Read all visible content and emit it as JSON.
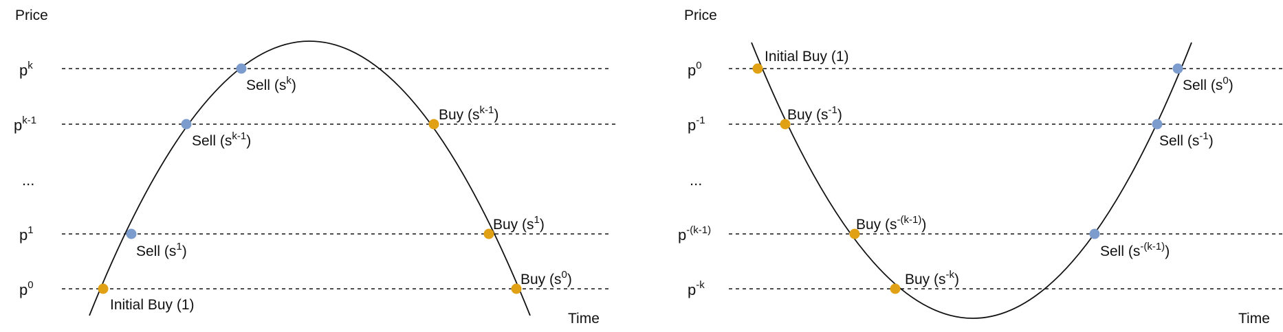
{
  "colors": {
    "sell": "#7b9ccd",
    "buy": "#e0a114",
    "line": "#111111"
  },
  "panels": [
    {
      "id": "uptrend",
      "axis": {
        "y_title": "Price",
        "x_title": "Time"
      },
      "levels": [
        {
          "id": "pk",
          "base": "p",
          "sup": "k"
        },
        {
          "id": "pk1",
          "base": "p",
          "sup": "k-1"
        },
        {
          "id": "dots",
          "base": "...",
          "sup": ""
        },
        {
          "id": "p1",
          "base": "p",
          "sup": "1"
        },
        {
          "id": "p0",
          "base": "p",
          "sup": "0"
        }
      ],
      "points": [
        {
          "level": "pk",
          "kind": "sell",
          "label": "Sell (s",
          "sup": "k",
          "tail": ")"
        },
        {
          "level": "pk1",
          "kind": "sell",
          "label": "Sell (s",
          "sup": "k-1",
          "tail": ")"
        },
        {
          "level": "p1",
          "kind": "sell",
          "label": "Sell (s",
          "sup": "1",
          "tail": ")"
        },
        {
          "level": "p0",
          "kind": "buy",
          "label": "Initial Buy (1)",
          "sup": "",
          "tail": ""
        },
        {
          "level": "pk1",
          "kind": "buy",
          "label": "Buy (s",
          "sup": "k-1",
          "tail": ")"
        },
        {
          "level": "p1",
          "kind": "buy",
          "label": "Buy (s",
          "sup": "1",
          "tail": ")"
        },
        {
          "level": "p0",
          "kind": "buy",
          "label": "Buy (s",
          "sup": "0",
          "tail": ")"
        }
      ]
    },
    {
      "id": "downtrend",
      "axis": {
        "y_title": "Price",
        "x_title": "Time"
      },
      "levels": [
        {
          "id": "p0",
          "base": "p",
          "sup": "0"
        },
        {
          "id": "pm1",
          "base": "p",
          "sup": "-1"
        },
        {
          "id": "dots",
          "base": "...",
          "sup": ""
        },
        {
          "id": "pmk1",
          "base": "p",
          "sup": "-(k-1)"
        },
        {
          "id": "pmk",
          "base": "p",
          "sup": "-k"
        }
      ],
      "points": [
        {
          "level": "p0",
          "kind": "buy",
          "label": "Initial Buy (1)",
          "sup": "",
          "tail": ""
        },
        {
          "level": "pm1",
          "kind": "buy",
          "label": "Buy (s",
          "sup": "-1",
          "tail": ")"
        },
        {
          "level": "pmk1",
          "kind": "buy",
          "label": "Buy (s",
          "sup": "-(k-1)",
          "tail": ")"
        },
        {
          "level": "pmk",
          "kind": "buy",
          "label": "Buy (s",
          "sup": "-k",
          "tail": ")"
        },
        {
          "level": "p0",
          "kind": "sell",
          "label": "Sell (s",
          "sup": "0",
          "tail": ")"
        },
        {
          "level": "pm1",
          "kind": "sell",
          "label": "Sell (s",
          "sup": "-1",
          "tail": ")"
        },
        {
          "level": "pmk1",
          "kind": "sell",
          "label": "Sell (s",
          "sup": "-(k-1)",
          "tail": ")"
        }
      ]
    }
  ]
}
